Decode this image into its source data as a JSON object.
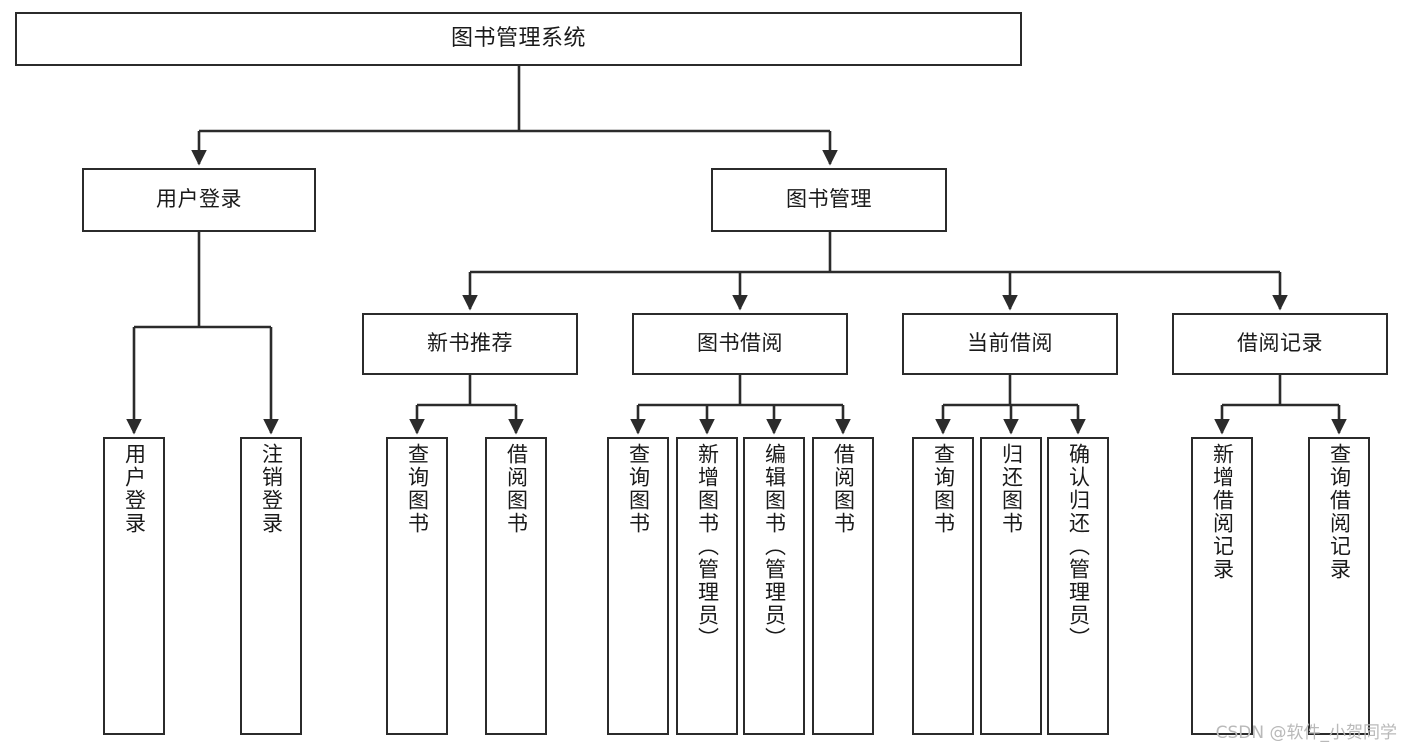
{
  "diagram": {
    "title": "图书管理系统",
    "type": "tree",
    "watermark": "CSDN @软件_小贺同学",
    "stroke_color": "#2b2b2b",
    "fill_color": "#ffffff",
    "text_color": "#1a1a1a",
    "watermark_color": "#b9b9b9"
  },
  "nodes": {
    "root": {
      "label": "图书管理系统"
    },
    "level2": [
      {
        "label": "用户登录"
      },
      {
        "label": "图书管理"
      }
    ],
    "level3": [
      {
        "label": "新书推荐"
      },
      {
        "label": "图书借阅"
      },
      {
        "label": "当前借阅"
      },
      {
        "label": "借阅记录"
      }
    ],
    "leaves": {
      "user_login": [
        {
          "label": "用户登录"
        },
        {
          "label": "注销登录"
        }
      ],
      "new_book": [
        {
          "label": "查询图书"
        },
        {
          "label": "借阅图书"
        }
      ],
      "book_borrow": [
        {
          "label": "查询图书"
        },
        {
          "label": "新增图书（管理员）"
        },
        {
          "label": "编辑图书（管理员）"
        },
        {
          "label": "借阅图书"
        }
      ],
      "current_borrow": [
        {
          "label": "查询图书"
        },
        {
          "label": "归还图书"
        },
        {
          "label": "确认归还（管理员）"
        }
      ],
      "borrow_record": [
        {
          "label": "新增借阅记录"
        },
        {
          "label": "查询借阅记录"
        }
      ]
    }
  }
}
